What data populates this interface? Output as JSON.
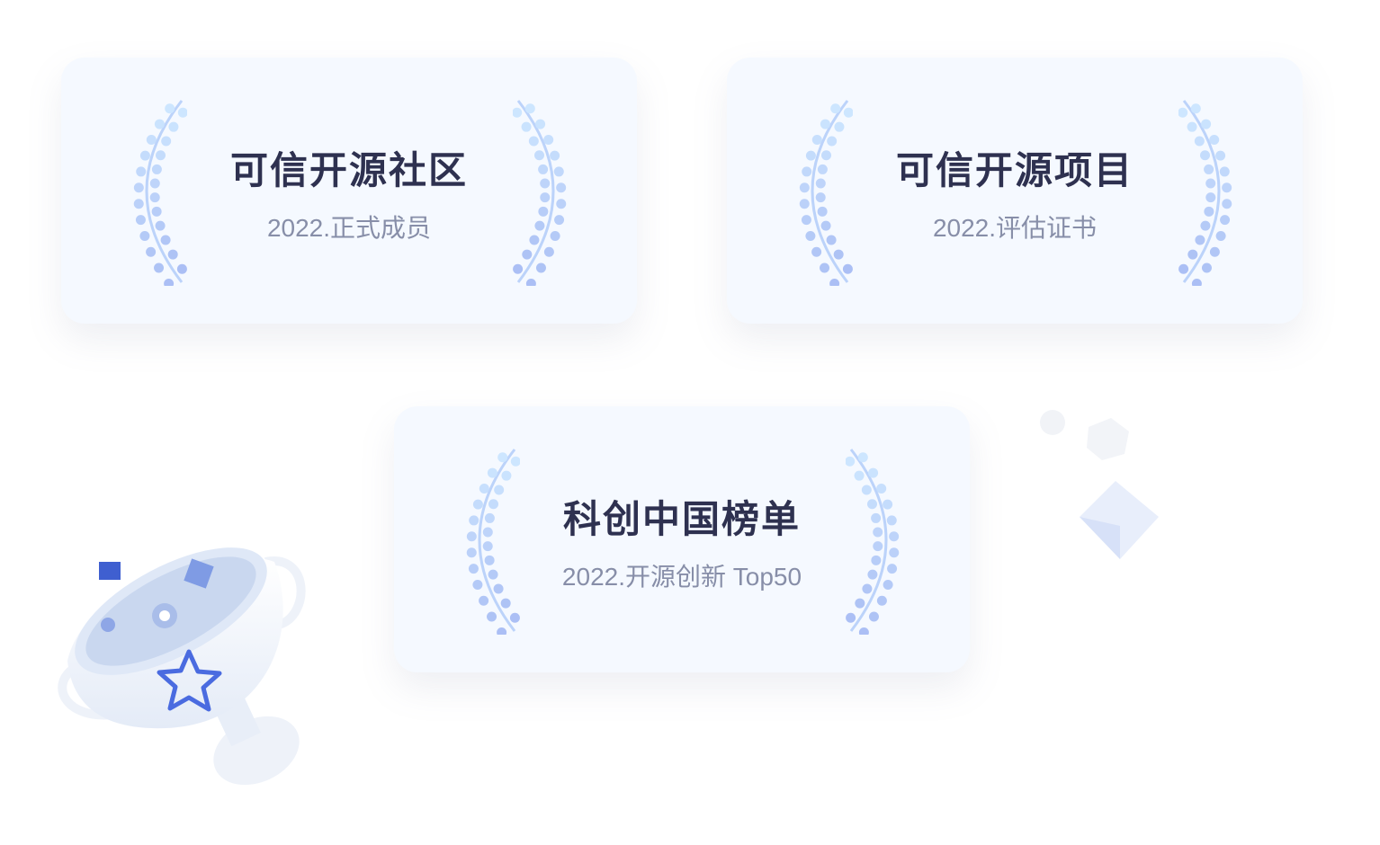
{
  "cards": [
    {
      "title": "可信开源社区",
      "subtitle": "2022.正式成员"
    },
    {
      "title": "可信开源项目",
      "subtitle": "2022.评估证书"
    },
    {
      "title": "科创中国榜单",
      "subtitle": "2022.开源创新 Top50"
    }
  ],
  "colors": {
    "card_bg": "#f5f9ff",
    "title": "#2e3150",
    "subtitle": "#878ea8",
    "laurel_top": "#cfe8ff",
    "laurel_bottom": "#a9bdf4",
    "accent": "#4a6be0"
  },
  "icons": {
    "laurel": "laurel-wreath-icon",
    "trophy": "trophy-illustration"
  }
}
